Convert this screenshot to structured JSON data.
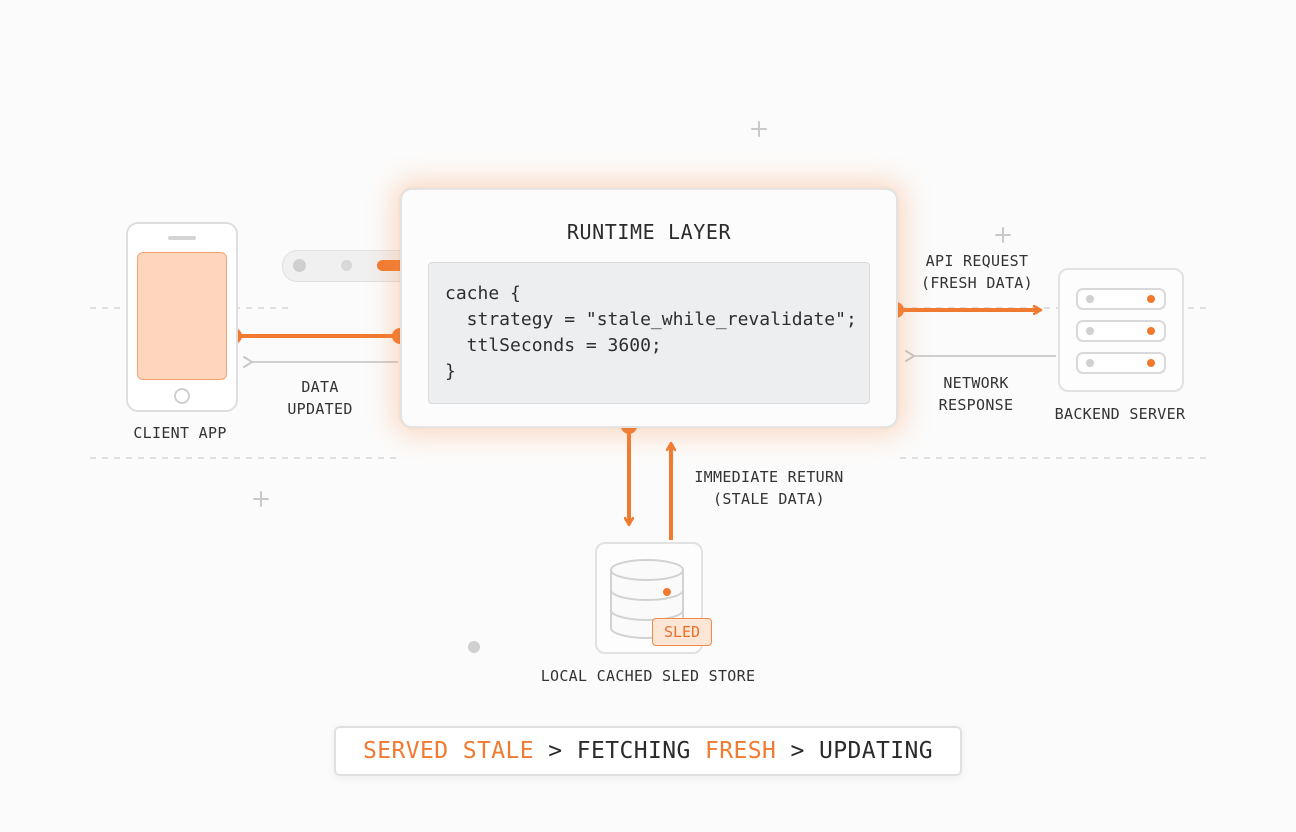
{
  "runtime": {
    "title": "RUNTIME LAYER",
    "code": [
      "cache {",
      "  strategy = \"stale_while_revalidate\";",
      "  ttlSeconds = 3600;",
      "}"
    ]
  },
  "client": {
    "label": "CLIENT APP"
  },
  "backend": {
    "label": "BACKEND SERVER"
  },
  "store": {
    "label": "LOCAL CACHED SLED STORE",
    "badge": "SLED"
  },
  "arrows": {
    "data_updated": [
      "DATA",
      "UPDATED"
    ],
    "api_request": [
      "API REQUEST",
      "(FRESH DATA)"
    ],
    "network_response": [
      "NETWORK",
      "RESPONSE"
    ],
    "immediate_return": [
      "IMMEDIATE RETURN",
      "(STALE DATA)"
    ]
  },
  "status": {
    "served": "SERVED STALE",
    "sep1": " > ",
    "fetching": "FETCHING ",
    "fresh": "FRESH",
    "sep2": " > ",
    "updating": "UPDATING"
  },
  "colors": {
    "accent": "#f07a30",
    "accent_light": "#fdd6bd",
    "line_gray": "#cfcfcf"
  },
  "icons": [
    "phone-icon",
    "server-icon",
    "database-icon",
    "plus-icon"
  ]
}
